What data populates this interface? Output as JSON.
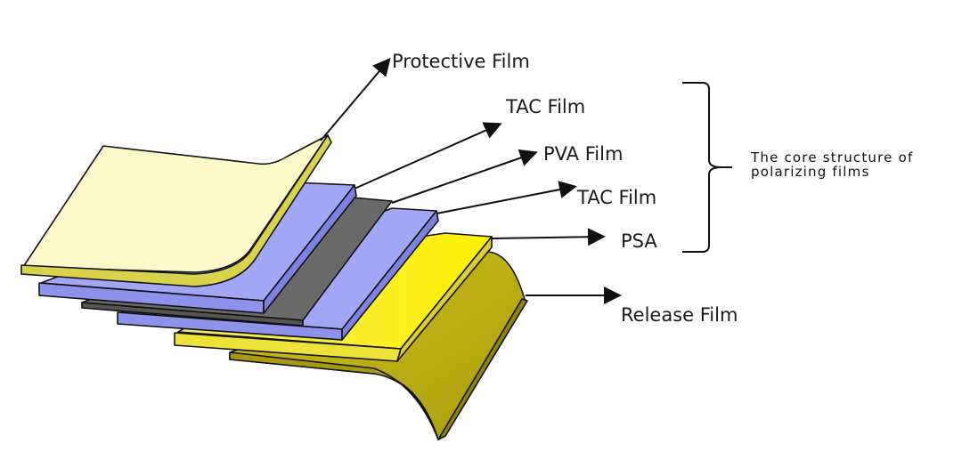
{
  "diagram": {
    "title": "Polarizing film layer structure",
    "layers": [
      {
        "id": "protective",
        "label": "Protective  Film",
        "color": "#fdf7c6",
        "edge_color": "#d6cf4a"
      },
      {
        "id": "tac-top",
        "label": "TAC  Film",
        "color": "#9da3f2",
        "edge_color": "#7c83e6"
      },
      {
        "id": "pva",
        "label": "PVA  Film",
        "color": "#6b6b6b",
        "edge_color": "#4f4f4f"
      },
      {
        "id": "tac-bottom",
        "label": "TAC  Film",
        "color": "#9da3f2",
        "edge_color": "#7c83e6"
      },
      {
        "id": "psa",
        "label": "PSA",
        "color": "#ffef10",
        "edge_color": "#e4d81c"
      },
      {
        "id": "release",
        "label": "Release  Film",
        "color": "#c3b514",
        "edge_color": "#a89a0c"
      }
    ],
    "bracket_note": {
      "line1": "The core structure of",
      "line2": "polarizing films"
    }
  }
}
